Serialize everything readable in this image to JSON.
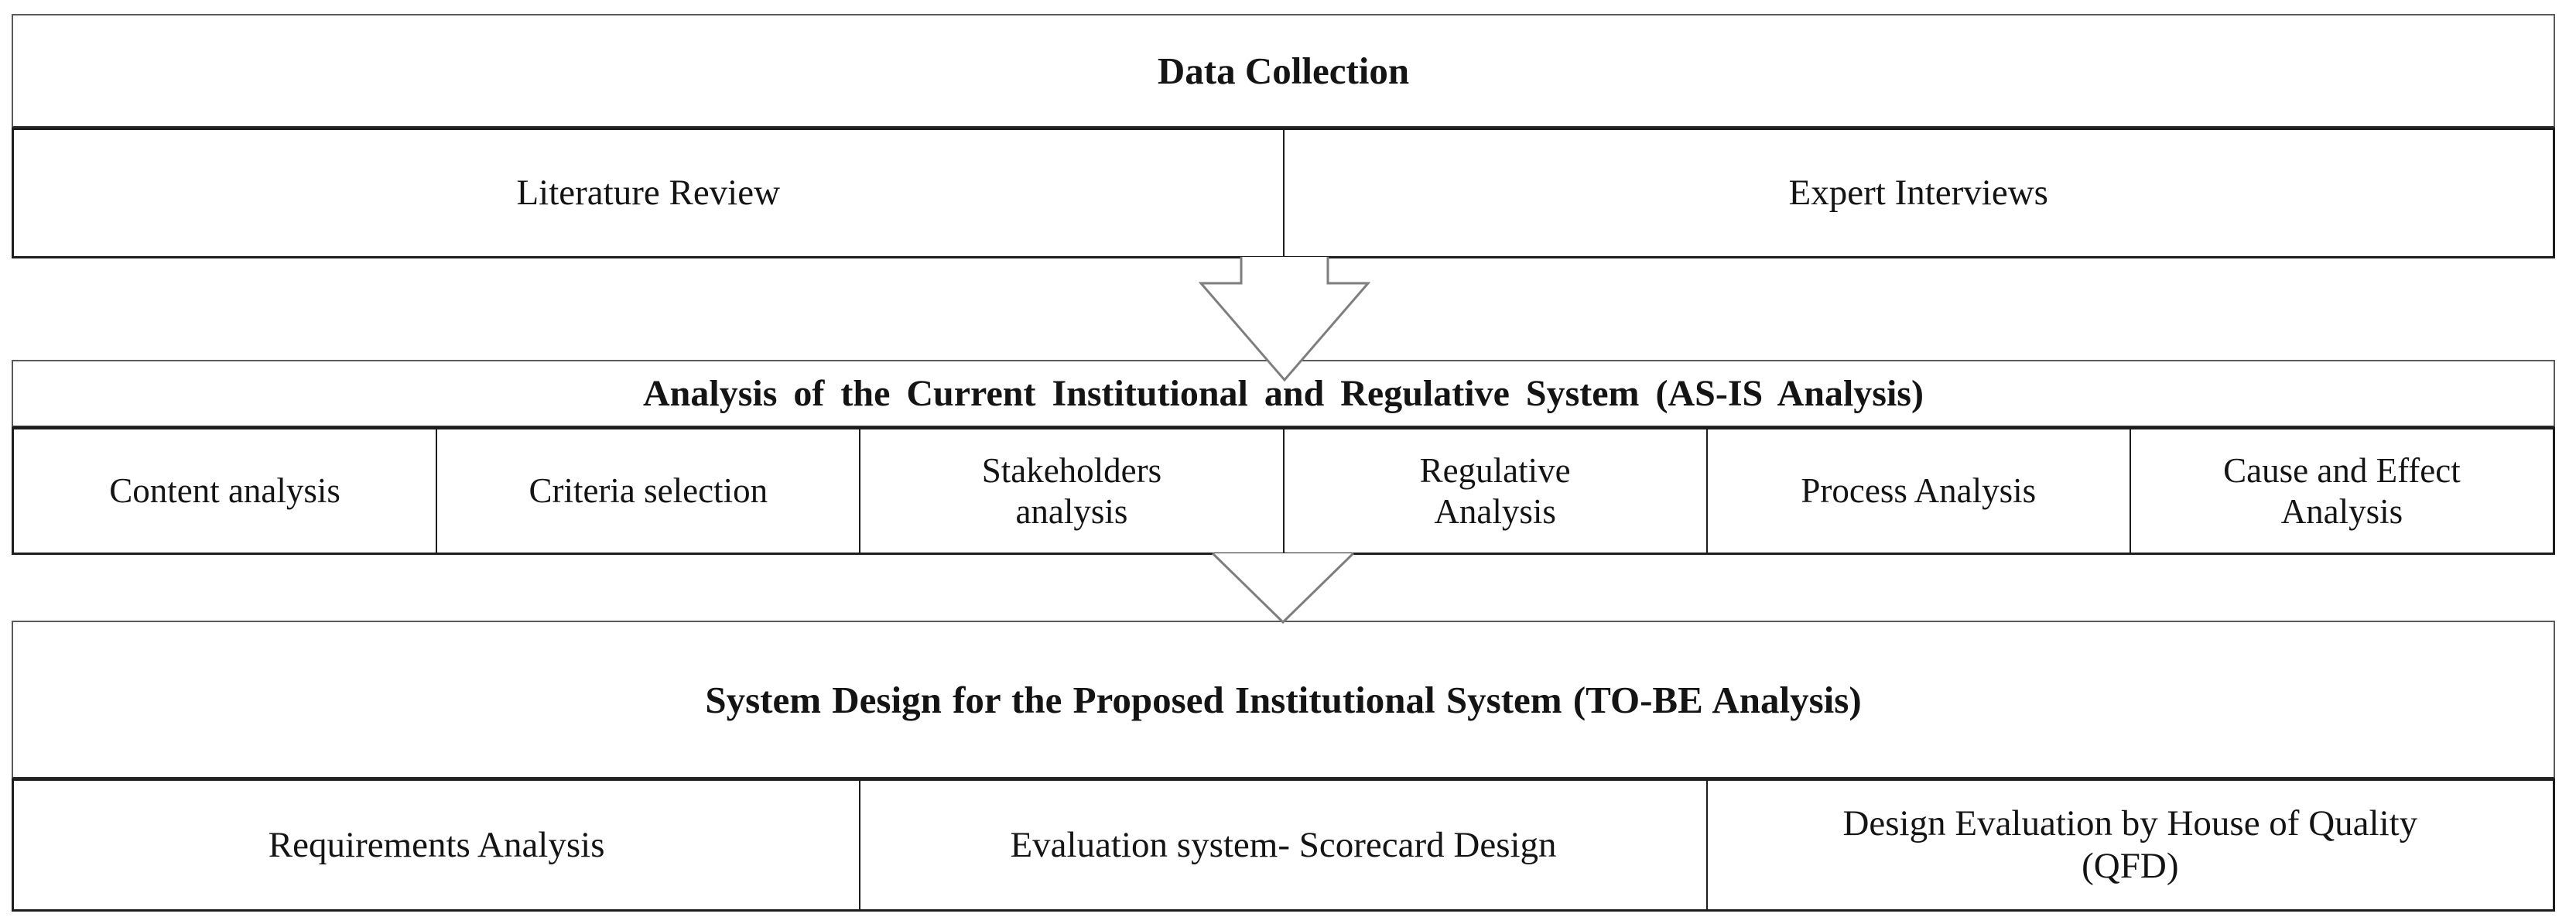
{
  "figure": {
    "background_color": "#ffffff",
    "border_color": "#1d1d1d",
    "title_border_color": "#5a5a5a",
    "arrow_outline_color": "#7e7e7e",
    "text_color": "#141414"
  },
  "sections": [
    {
      "id": "data-collection",
      "title": "Data Collection",
      "cells": [
        "Literature Review",
        "Expert Interviews"
      ]
    },
    {
      "id": "as-is-analysis",
      "title": "Analysis of the Current Institutional and Regulative System (AS-IS Analysis)",
      "cells": [
        "Content analysis",
        "Criteria selection",
        "Stakeholders\nanalysis",
        "Regulative\nAnalysis",
        "Process Analysis",
        "Cause and Effect\nAnalysis"
      ]
    },
    {
      "id": "to-be-design",
      "title": "System Design for the Proposed Institutional System (TO-BE Analysis)",
      "cells": [
        "Requirements Analysis",
        "Evaluation system- Scorecard Design",
        "Design Evaluation by House of Quality\n(QFD)"
      ]
    }
  ],
  "arrows": [
    {
      "id": "arrow-1",
      "shape": "hollow-block-down-arrow"
    },
    {
      "id": "arrow-2",
      "shape": "hollow-triangle-down-arrow"
    }
  ]
}
